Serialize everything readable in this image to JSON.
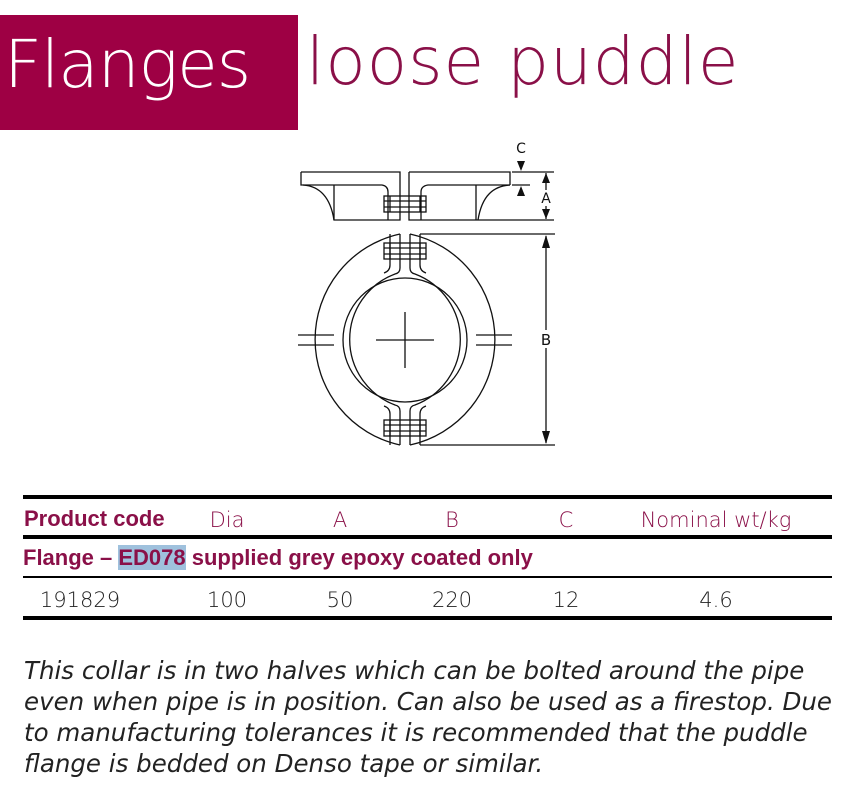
{
  "header": {
    "title": "Flanges",
    "subtitle": "loose puddle",
    "brand_color": "#9e0044"
  },
  "diagram": {
    "labels": {
      "a": "A",
      "b": "B",
      "c": "C"
    },
    "description": "Technical drawing of two-half loose puddle flange: side elevation and plan view with bolted joints"
  },
  "table": {
    "headers": [
      "Product code",
      "Dia",
      "A",
      "B",
      "C",
      "Nominal wt/kg"
    ],
    "section": {
      "prefix": "Flange – ",
      "highlight": "ED078",
      "suffix": " supplied grey epoxy coated only"
    },
    "rows": [
      {
        "product_code": "191829",
        "dia": "100",
        "a": "50",
        "b": "220",
        "c": "12",
        "weight": "4.6"
      }
    ]
  },
  "description": "This collar is in two halves which can be bolted around the pipe even when pipe is in position. Can also be used as a firestop. Due to manufacturing tolerances it is recommended that the puddle flange is bedded on Denso tape or similar."
}
